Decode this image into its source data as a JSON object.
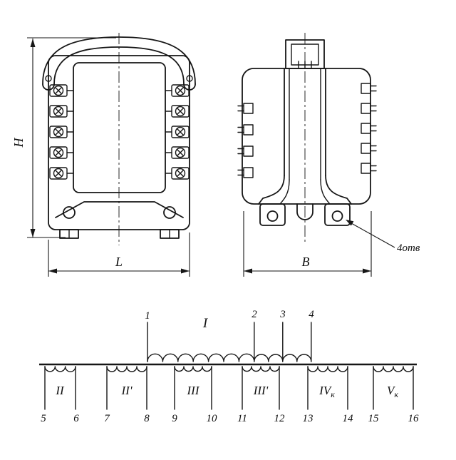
{
  "drawing": {
    "front_view": {
      "height_label": "H",
      "width_label": "L"
    },
    "side_view": {
      "width_label": "B",
      "holes_label": "4отв"
    },
    "schematic": {
      "primary": {
        "label": "I",
        "terminal_1": "1",
        "terminal_2": "2",
        "terminal_3": "3",
        "terminal_4": "4"
      },
      "secondaries": [
        {
          "label": "II",
          "sub": "",
          "t_left": "5",
          "t_right": "6"
        },
        {
          "label": "II'",
          "sub": "",
          "t_left": "7",
          "t_right": "8"
        },
        {
          "label": "III",
          "sub": "",
          "t_left": "9",
          "t_right": "10"
        },
        {
          "label": "III'",
          "sub": "",
          "t_left": "11",
          "t_right": "12"
        },
        {
          "label": "IV",
          "sub": "к",
          "t_left": "13",
          "t_right": "14"
        },
        {
          "label": "V",
          "sub": "к",
          "t_left": "15",
          "t_right": "16"
        }
      ]
    }
  }
}
